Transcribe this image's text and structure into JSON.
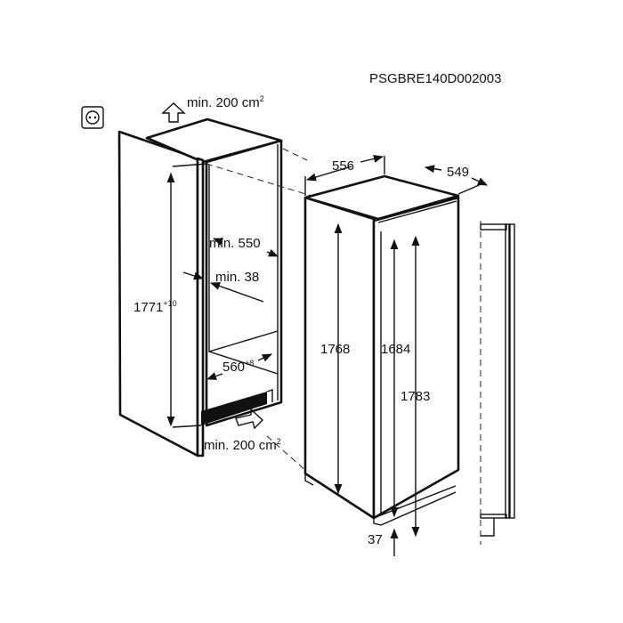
{
  "model_code": "PSGBRE140D002003",
  "niche": {
    "vent_top": "min. 200 cm",
    "vent_top_sup": "2",
    "height": "1771",
    "height_tol": "+10",
    "depth": "min. 550",
    "wall": "min. 38",
    "width": "560",
    "width_tol": "+8",
    "vent_bottom": "min. 200 cm",
    "vent_bottom_sup": "2"
  },
  "appliance": {
    "width": "556",
    "depth": "549",
    "body_height": "1768",
    "door_height": "1684",
    "total_height": "1783",
    "foot": "37"
  },
  "icons": [
    "power-socket-icon",
    "airflow-up-arrow-icon",
    "airflow-in-arrow-icon"
  ]
}
